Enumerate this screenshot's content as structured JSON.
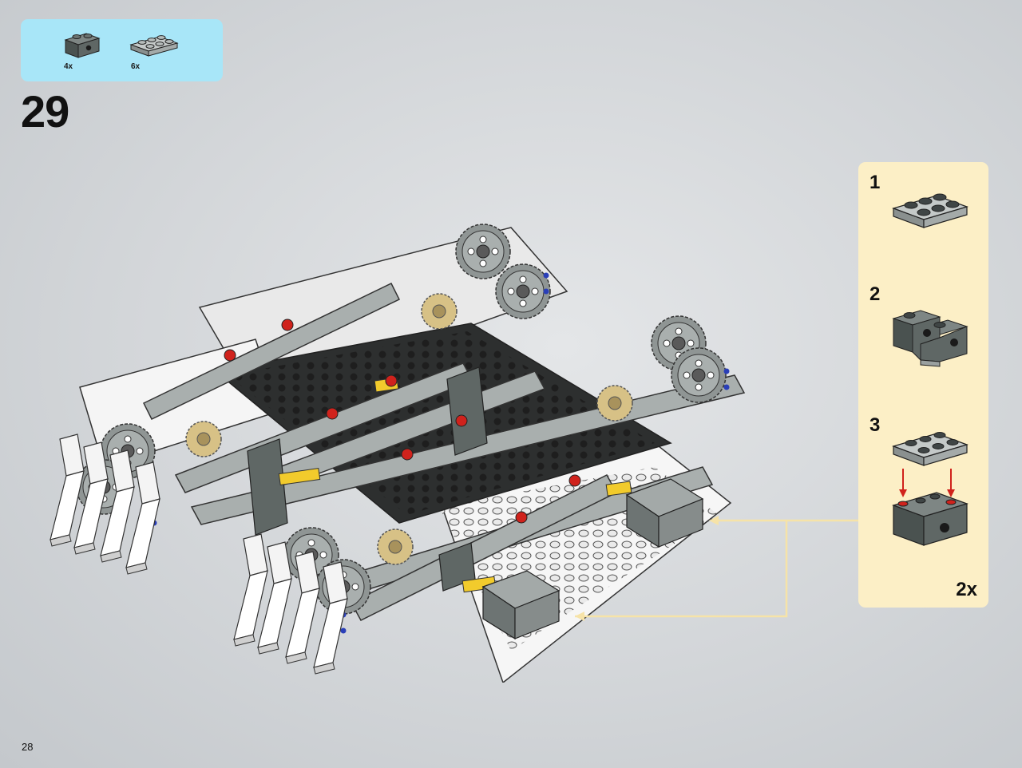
{
  "parts_list": [
    {
      "icon": "dark-gray-technic-brick-icon",
      "quantity": "4x"
    },
    {
      "icon": "light-gray-plate-2x3-icon",
      "quantity": "6x"
    }
  ],
  "step_number": "29",
  "sub_assembly": {
    "steps": [
      {
        "number": "1",
        "icon": "light-gray-plate-2x3-icon"
      },
      {
        "number": "2",
        "icon": "dark-gray-technic-bricks-icon"
      },
      {
        "number": "3",
        "icon": "plate-onto-bricks-icon"
      }
    ],
    "multiplier": "2x"
  },
  "page_number": "28",
  "colors": {
    "parts_panel": "#a8e6f8",
    "sub_panel": "#fcefc6",
    "callout_line": "#f6e3a8",
    "attach_arrow": "#d0221c",
    "dark_gray": "#5f6765",
    "light_gray": "#a9afae",
    "gear_tan": "#d7c186"
  }
}
